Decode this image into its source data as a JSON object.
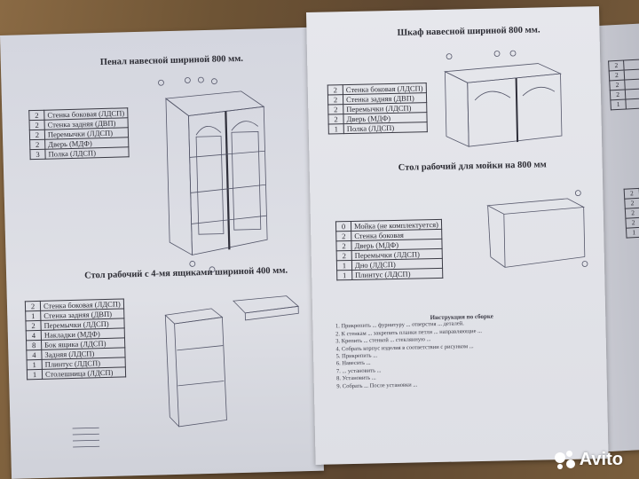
{
  "left_sheet": {
    "title1": "Пенал навесной шириной 800 мм.",
    "table1": [
      [
        "2",
        "Стенка боковая (ЛДСП)"
      ],
      [
        "2",
        "Стенка задняя (ДВП)"
      ],
      [
        "2",
        "Перемычки (ЛДСП)"
      ],
      [
        "2",
        "Дверь (МДФ)"
      ],
      [
        "3",
        "Полка (ЛДСП)"
      ]
    ],
    "title2": "Стол рабочий с 4-мя ящиками шириной 400 мм.",
    "table2": [
      [
        "2",
        "Стенка боковая (ЛДСП)"
      ],
      [
        "1",
        "Стенка задняя (ДВП)"
      ],
      [
        "2",
        "Перемычки (ЛДСП)"
      ],
      [
        "4",
        "Накладки (МДФ)"
      ],
      [
        "8",
        "Бок ящика (ЛДСП)"
      ],
      [
        "4",
        "Задняя (ЛДСП)"
      ],
      [
        "1",
        "Плинтус (ЛДСП)"
      ],
      [
        "1",
        "Столешница (ЛДСП)"
      ]
    ]
  },
  "right_sheet": {
    "title1": "Шкаф навесной шириной 800 мм.",
    "table1": [
      [
        "2",
        "Стенка боковая (ЛДСП)"
      ],
      [
        "2",
        "Стенка задняя (ДВП)"
      ],
      [
        "2",
        "Перемычки (ЛДСП)"
      ],
      [
        "2",
        "Дверь (МДФ)"
      ],
      [
        "1",
        "Полка (ЛДСП)"
      ]
    ],
    "title2": "Стол рабочий для мойки на 800 мм",
    "table2": [
      [
        "0",
        "Мойка (не комплектуется)"
      ],
      [
        "2",
        "Стенка боковая"
      ],
      [
        "2",
        "Дверь (МДФ)"
      ],
      [
        "2",
        "Перемычки (ЛДСП)"
      ],
      [
        "1",
        "Дно (ЛДСП)"
      ],
      [
        "1",
        "Плинтус (ЛДСП)"
      ]
    ],
    "instructions_title": "Инструкция по сборке",
    "instructions": [
      "Прикрепить ... фурнитуру ... отверстия ... деталей.",
      "К стенкам ... закрепить планки петли ... направляющие ...",
      "Крепить ... стенкой ... стеклянную ...",
      "Собрать корпус изделия в соответствии с рисунком ...",
      "Прикрепить ...",
      "Навесить ...",
      "... установить ...",
      "Установить ...",
      "Собрать ... После установки ..."
    ]
  },
  "third_sheet": {
    "table": [
      [
        "2"
      ],
      [
        "2"
      ],
      [
        "2"
      ],
      [
        "2"
      ],
      [
        "1"
      ]
    ],
    "table_b": [
      [
        "2"
      ],
      [
        "2"
      ],
      [
        "2"
      ],
      [
        "2"
      ],
      [
        "1"
      ]
    ]
  },
  "watermark": {
    "text": "Avito"
  }
}
